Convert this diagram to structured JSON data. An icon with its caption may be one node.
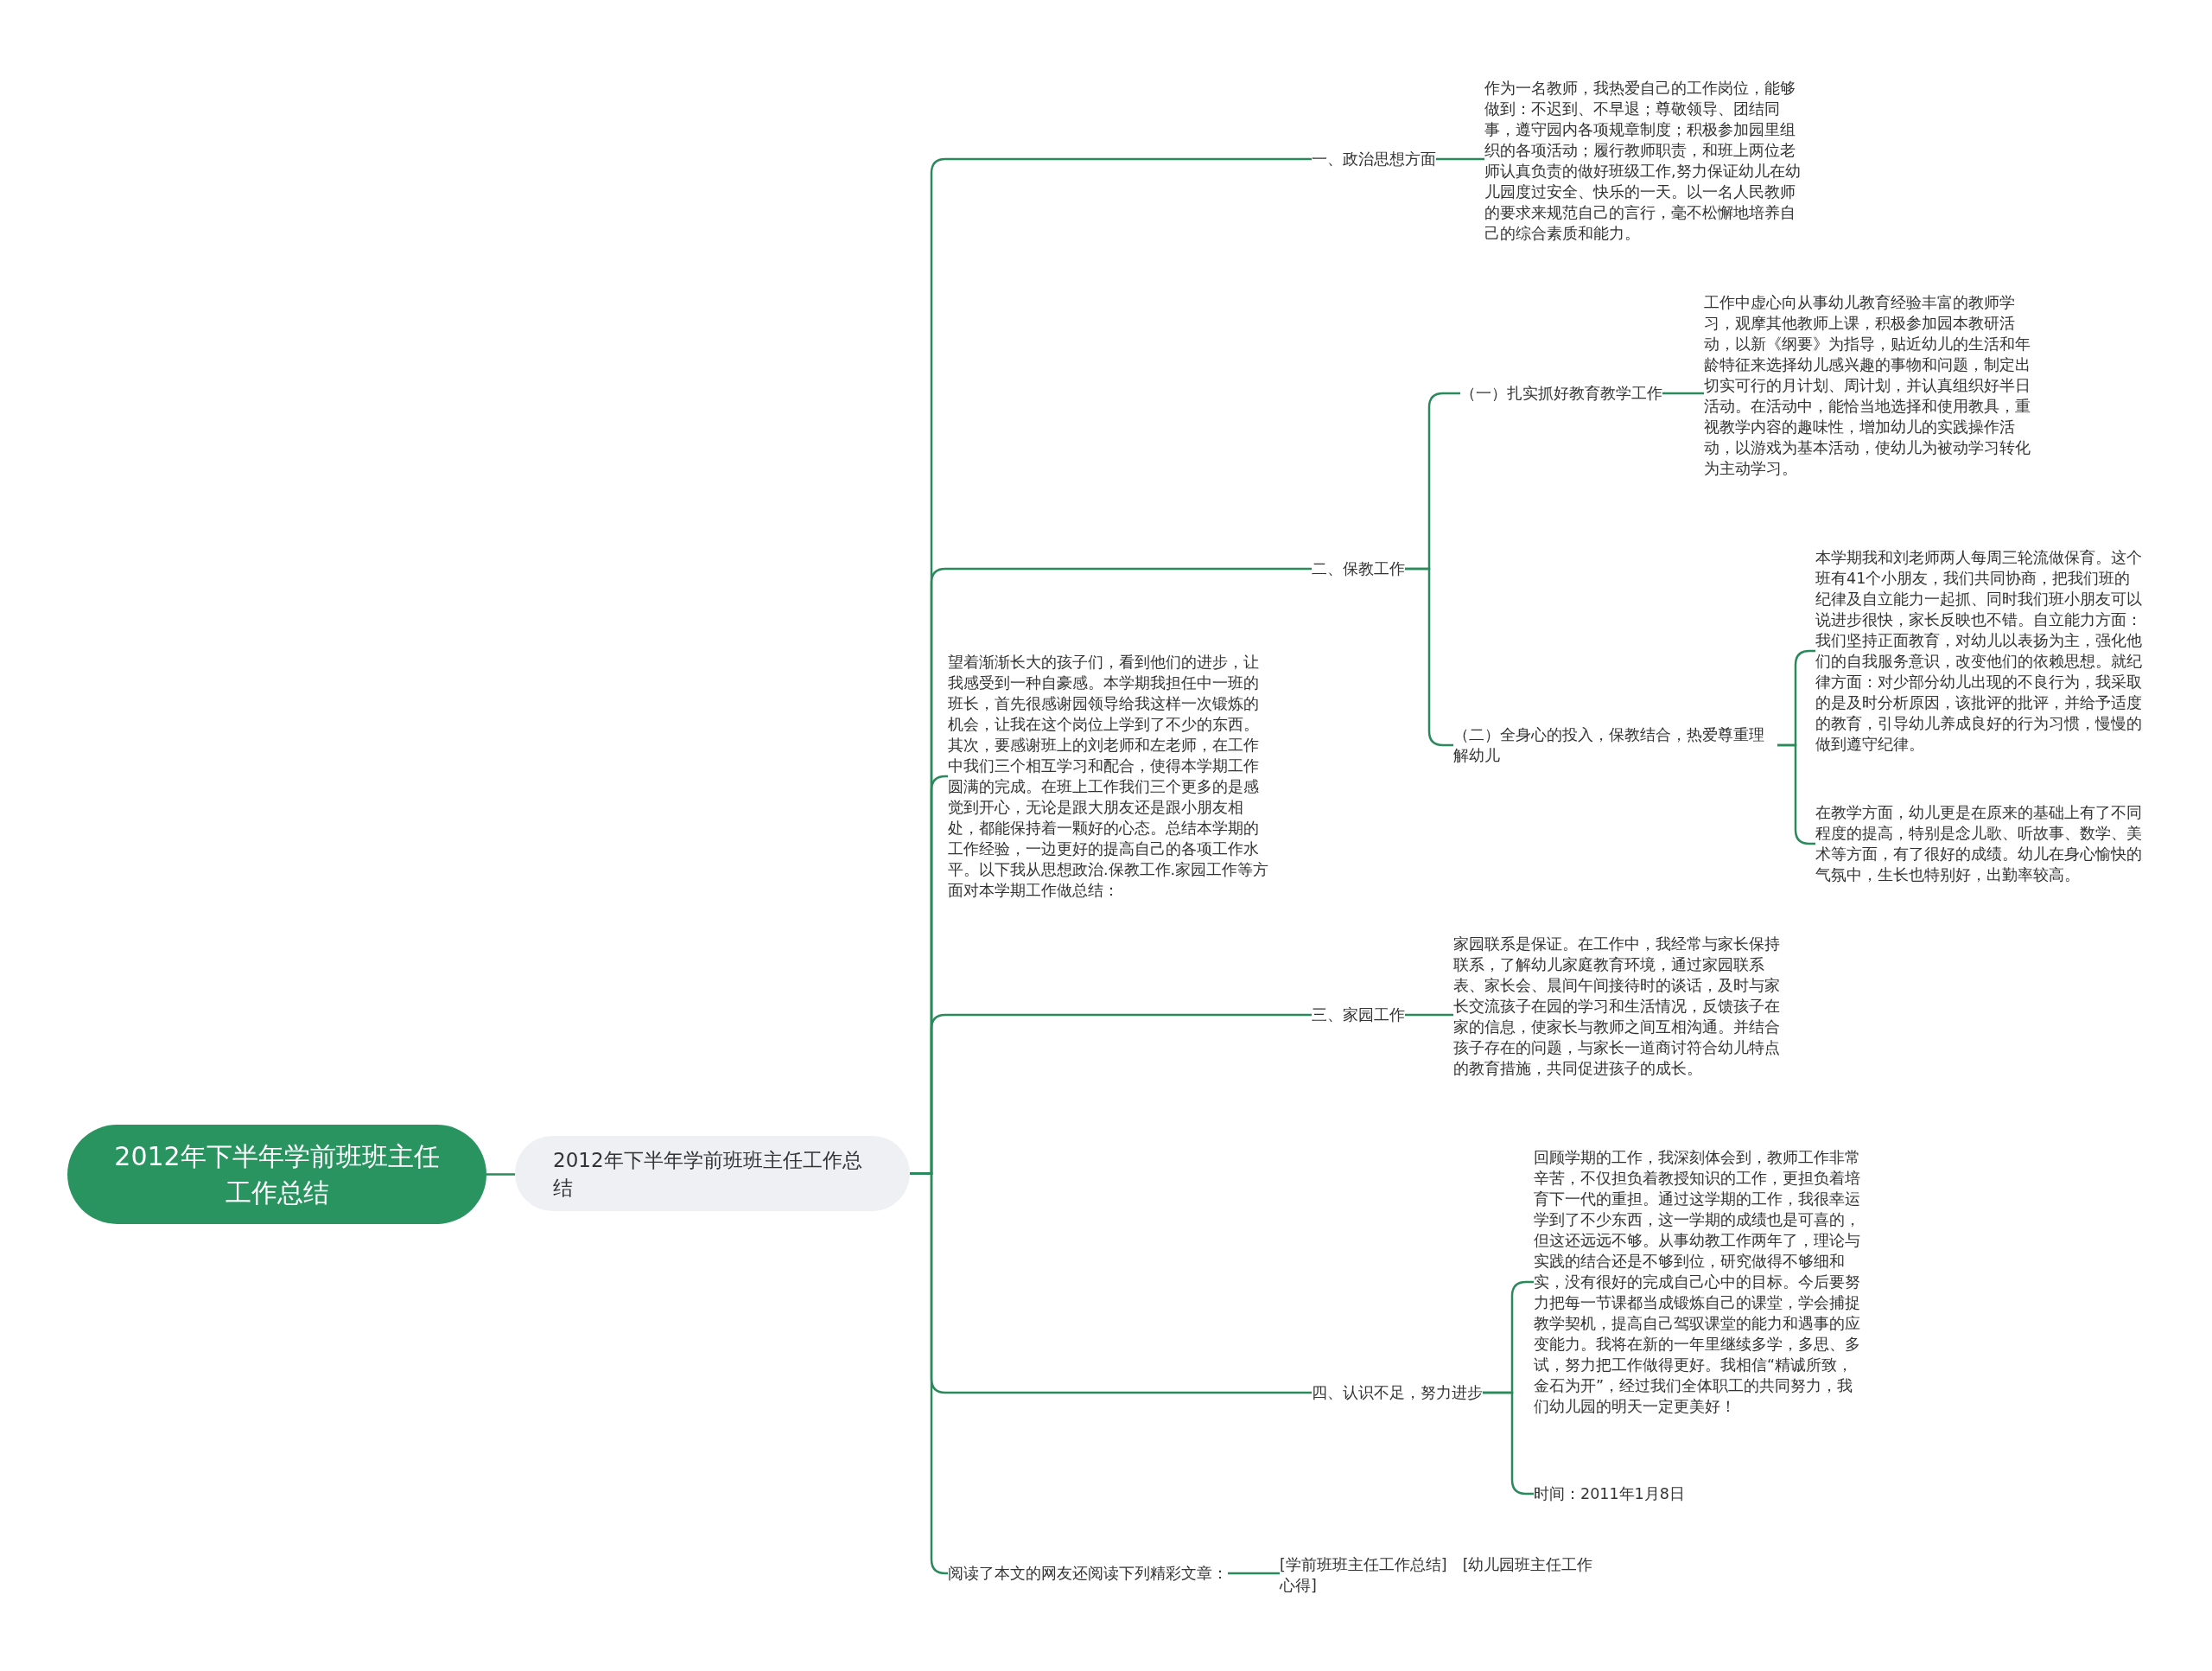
{
  "diagram": {
    "nodes": [
      {
        "text": [
          "2012年下半年学前班班主任工作总结"
        ]
      },
      {
        "text": [
          "2012年下半年学前班班主任工作总结"
        ]
      },
      {
        "text": [
          "望着渐渐长大的孩子们，看到他们的进步，让我感受到一种自豪感。本学期我担任中一班的班长，首先很感谢园领导给我这样一次锻炼的机会，让我在这个岗位上学到了不少的东西。其次，要感谢班上的刘老师和左老师，在工作中我们三个相互学习和配合，使得本学期工作圆满的完成。在班上工作我们三个更多的是感觉到开心，无论是跟大朋友还是跟小朋友相处，都能保持着一颗好的心态。总结本学期的工作经验，一边更好的提高自己的各项工作水平。以下我从思想政治.保教工作.家园工作等方面对本学期工作做总结："
        ]
      },
      {
        "text": [
          "一、政治思想方面"
        ]
      },
      {
        "text": [
          "作为一名教师，我热爱自己的工作岗位，能够做到：不迟到、不早退；尊敬领导、团结同事，遵守园内各项规章制度；积极参加园里组织的各项活动；履行教师职责，和班上两位老师认真负责的做好班级工作,努力保证幼儿在幼儿园度过安全、快乐的一天。以一名人民教师的要求来规范自己的言行，毫不松懈地培养自己的综合素质和能力。"
        ]
      },
      {
        "text": [
          "二、保教工作"
        ]
      },
      {
        "text": [
          "（一）扎实抓好教育教学工作"
        ]
      },
      {
        "text": [
          "工作中虚心向从事幼儿教育经验丰富的教师学习，观摩其他教师上课，积极参加园本教研活动，以新《纲要》为指导，贴近幼儿的生活和年龄特征来选择幼儿感兴趣的事物和问题，制定出切实可行的月计划、周计划，并认真组织好半日活动。在活动中，能恰当地选择和使用教具，重视教学内容的趣味性，增加幼儿的实践操作活动，以游戏为基本活动，使幼儿为被动学习转化为主动学习。"
        ]
      },
      {
        "text": [
          "（二）全身心的投入，保教结合，热爱尊重理解幼儿"
        ]
      },
      {
        "text": [
          "本学期我和刘老师两人每周三轮流做保育。这个班有41个小朋友，我们共同协商，把我们班的纪律及自立能力一起抓、同时我们班小朋友可以说进步很快，家长反映也不错。自立能力方面：我们坚持正面教育，对幼儿以表扬为主，强化他们的自我服务意识，改变他们的依赖思想。就纪律方面：对少部分幼儿出现的不良行为，我采取的是及时分析原因，该批评的批评，并给予适度的教育，引导幼儿养成良好的行为习惯，慢慢的做到遵守纪律。"
        ]
      },
      {
        "text": [
          "在教学方面，幼儿更是在原来的基础上有了不同程度的提高，特别是念儿歌、听故事、数学、美术等方面，有了很好的成绩。幼儿在身心愉快的气氛中，生长也特别好，出勤率较高。"
        ]
      },
      {
        "text": [
          "三、家园工作"
        ]
      },
      {
        "text": [
          "家园联系是保证。在工作中，我经常与家长保持联系，了解幼儿家庭教育环境，通过家园联系表、家长会、晨间午间接待时的谈话，及时与家长交流孩子在园的学习和生活情况，反馈孩子在家的信息，使家长与教师之间互相沟通。并结合孩子存在的问题，与家长一道商讨符合幼儿特点的教育措施，共同促进孩子的成长。"
        ]
      },
      {
        "text": [
          "四、认识不足，努力进步"
        ]
      },
      {
        "text": [
          "回顾学期的工作，我深刻体会到，教师工作非常辛苦，不仅担负着教授知识的工作，更担负着培育下一代的重担。通过这学期的工作，我很幸运学到了不少东西，这一学期的成绩也是可喜的，但这还远远不够。从事幼教工作两年了，理论与实践的结合还是不够到位，研究做得不够细和实，没有很好的完成自己心中的目标。今后要努力把每一节课都当成锻炼自己的课堂，学会捕捉教学契机，提高自己驾驭课堂的能力和遇事的应变能力。我将在新的一年里继续多学，多思、多试，努力把工作做得更好。我相信“精诚所致，金石为开”，经过我们全体职工的共同努力，我们幼儿园的明天一定更美好！"
        ]
      },
      {
        "text": [
          "时间：2011年1月8日"
        ]
      },
      {
        "text": [
          "阅读了本文的网友还阅读下列精彩文章："
        ]
      },
      {
        "text": [
          "[学前班班主任工作总结]　[幼儿园班主任工作心得]"
        ]
      }
    ],
    "edges": [
      {
        "from": 0,
        "to": 1,
        "arrow": "none"
      },
      {
        "from": 1,
        "to": 2,
        "arrow": "none"
      },
      {
        "from": 1,
        "to": 3,
        "arrow": "none"
      },
      {
        "from": 1,
        "to": 5,
        "arrow": "none"
      },
      {
        "from": 1,
        "to": 11,
        "arrow": "none"
      },
      {
        "from": 1,
        "to": 13,
        "arrow": "none"
      },
      {
        "from": 1,
        "to": 16,
        "arrow": "none"
      },
      {
        "from": 3,
        "to": 4,
        "arrow": "none"
      },
      {
        "from": 5,
        "to": 6,
        "arrow": "none"
      },
      {
        "from": 5,
        "to": 8,
        "arrow": "none"
      },
      {
        "from": 6,
        "to": 7,
        "arrow": "none"
      },
      {
        "from": 8,
        "to": 9,
        "arrow": "none"
      },
      {
        "from": 8,
        "to": 10,
        "arrow": "none"
      },
      {
        "from": 11,
        "to": 12,
        "arrow": "none"
      },
      {
        "from": 13,
        "to": 14,
        "arrow": "none"
      },
      {
        "from": 13,
        "to": 15,
        "arrow": "none"
      },
      {
        "from": 16,
        "to": 17,
        "arrow": "none"
      }
    ]
  }
}
